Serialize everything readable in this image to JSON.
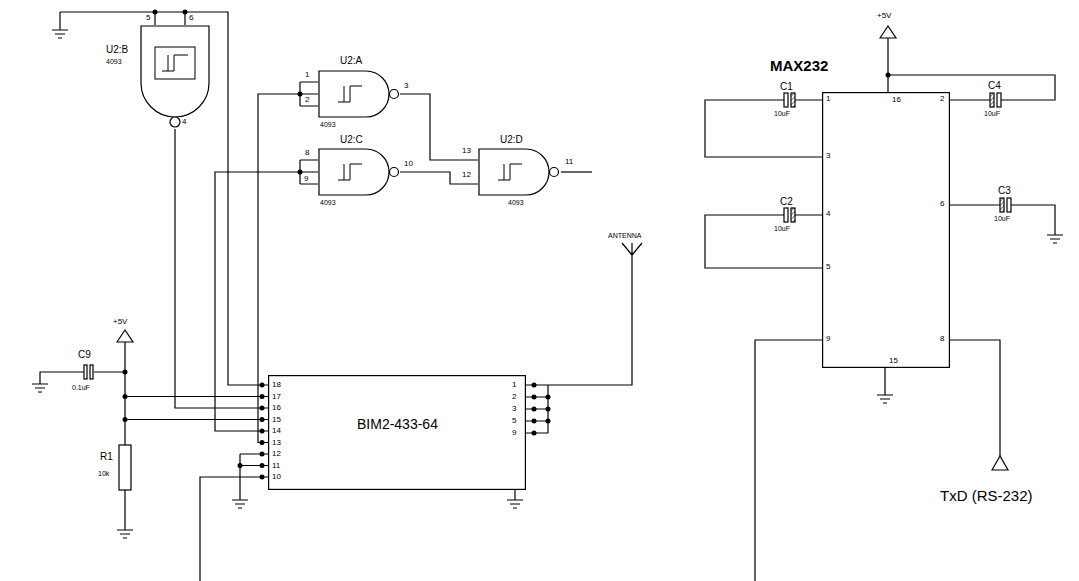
{
  "diagram": {
    "nodes": [
      {
        "text": [
          "U2:B",
          "4093"
        ]
      },
      {
        "text": [
          "U2:A",
          "4093"
        ]
      },
      {
        "text": [
          "U2:C",
          "4093"
        ]
      },
      {
        "text": [
          "U2:D",
          "4093"
        ]
      },
      {
        "text": [
          "BIM2-433-64"
        ]
      },
      {
        "text": [
          "MAX232"
        ]
      }
    ],
    "edges": [
      {
        "from": 0,
        "to": 4,
        "arrow": "none"
      },
      {
        "from": 4,
        "to": 1,
        "arrow": "none"
      },
      {
        "from": 4,
        "to": 2,
        "arrow": "none"
      },
      {
        "from": 1,
        "to": 3,
        "arrow": "none"
      },
      {
        "from": 2,
        "to": 3,
        "arrow": "none"
      }
    ],
    "labels": [
      "5",
      "6",
      "4",
      "1",
      "2",
      "3",
      "8",
      "9",
      "10",
      "13",
      "12",
      "11",
      "18",
      "17",
      "16",
      "15",
      "14",
      "13",
      "12",
      "11",
      "10",
      "1",
      "2",
      "3",
      "5",
      "9",
      "1",
      "3",
      "4",
      "5",
      "9",
      "16",
      "2",
      "6",
      "8",
      "15",
      "+5V",
      "+5V",
      "C9",
      "0.1uF",
      "R1",
      "10k",
      "C1",
      "10uF",
      "C2",
      "10uF",
      "C3",
      "10uF",
      "C4",
      "10uF",
      "ANTENNA",
      "TxD (RS-232)"
    ]
  }
}
